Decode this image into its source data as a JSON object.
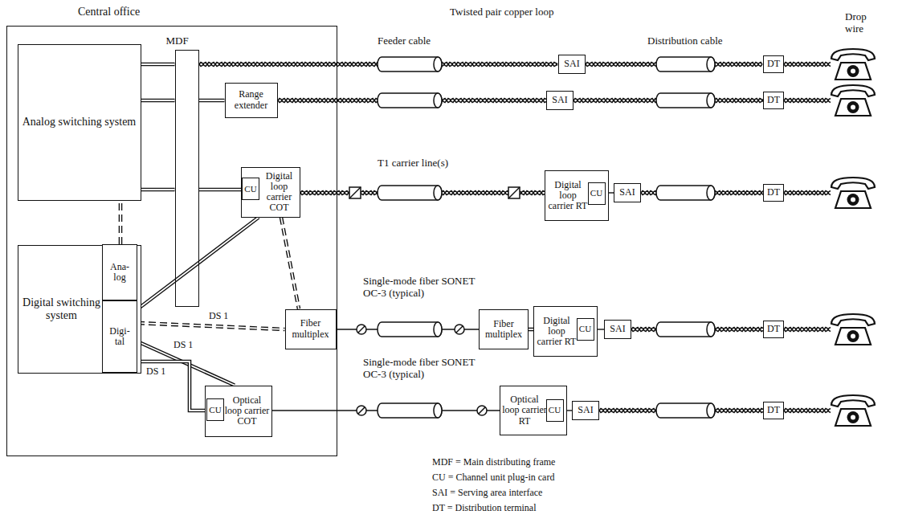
{
  "diagram": {
    "nodes": [
      {
        "text": [
          "Central office"
        ]
      },
      {
        "text": [
          "Analog switching system"
        ],
        "in": 0
      },
      {
        "text": [
          "MDF"
        ],
        "in": 0
      },
      {
        "text": [
          "Range extender"
        ],
        "in": 0
      },
      {
        "text": [
          "Digital loop carrier COT"
        ],
        "in": 0
      },
      {
        "text": [
          "CU"
        ],
        "in": 4
      },
      {
        "text": [
          "Digital switching system"
        ],
        "in": 0
      },
      {
        "text": [
          "Ana- log"
        ],
        "in": 6
      },
      {
        "text": [
          "Digi- tal"
        ],
        "in": 6
      },
      {
        "text": [
          "Fiber multiplex"
        ],
        "in": 0
      },
      {
        "text": [
          "Optical loop carrier COT"
        ],
        "in": 0
      },
      {
        "text": [
          "CU"
        ],
        "in": 10
      },
      {
        "text": [
          "SAI"
        ]
      },
      {
        "text": [
          "DT"
        ]
      },
      {
        "text": [
          "SAI"
        ]
      },
      {
        "text": [
          "DT"
        ]
      },
      {
        "text": [
          "Digital loop carrier RT"
        ]
      },
      {
        "text": [
          "CU"
        ],
        "in": 16
      },
      {
        "text": [
          "SAI"
        ]
      },
      {
        "text": [
          "DT"
        ]
      },
      {
        "text": [
          "Fiber multiplex"
        ]
      },
      {
        "text": [
          "Digital loop carrier RT"
        ]
      },
      {
        "text": [
          "CU"
        ],
        "in": 21
      },
      {
        "text": [
          "SAI"
        ]
      },
      {
        "text": [
          "DT"
        ]
      },
      {
        "text": [
          "Optical loop carrier RT"
        ]
      },
      {
        "text": [
          "CU"
        ],
        "in": 25
      },
      {
        "text": [
          "SAI"
        ]
      },
      {
        "text": [
          "DT"
        ]
      }
    ],
    "edges": [
      {
        "from": 1,
        "to": 2,
        "arrow": "none"
      },
      {
        "from": 2,
        "to": 12,
        "arrow": "none"
      },
      {
        "from": 12,
        "to": 13,
        "arrow": "none"
      },
      {
        "from": 1,
        "to": 2,
        "arrow": "none"
      },
      {
        "from": 2,
        "to": 3,
        "arrow": "none"
      },
      {
        "from": 3,
        "to": 14,
        "arrow": "none"
      },
      {
        "from": 14,
        "to": 15,
        "arrow": "none"
      },
      {
        "from": 1,
        "to": 2,
        "arrow": "none"
      },
      {
        "from": 2,
        "to": 5,
        "arrow": "none"
      },
      {
        "from": 4,
        "to": 16,
        "arrow": "none"
      },
      {
        "from": 17,
        "to": 18,
        "arrow": "none"
      },
      {
        "from": 18,
        "to": 19,
        "arrow": "none"
      },
      {
        "from": 7,
        "to": 1,
        "arrow": "none"
      },
      {
        "from": 8,
        "to": 4,
        "arrow": "none"
      },
      {
        "from": 8,
        "to": 9,
        "arrow": "none",
        "label": "DS 1"
      },
      {
        "from": 4,
        "to": 9,
        "arrow": "none"
      },
      {
        "from": 8,
        "to": 10,
        "arrow": "none",
        "label": "DS 1"
      },
      {
        "from": 8,
        "to": 11,
        "arrow": "none",
        "label": "DS 1"
      },
      {
        "from": 9,
        "to": 20,
        "arrow": "none"
      },
      {
        "from": 20,
        "to": 21,
        "arrow": "none"
      },
      {
        "from": 22,
        "to": 23,
        "arrow": "none"
      },
      {
        "from": 23,
        "to": 24,
        "arrow": "none"
      },
      {
        "from": 10,
        "to": 25,
        "arrow": "none"
      },
      {
        "from": 26,
        "to": 27,
        "arrow": "none"
      },
      {
        "from": 27,
        "to": 28,
        "arrow": "none"
      }
    ],
    "labels": [
      "Twisted pair copper loop",
      "Feeder cable",
      "Distribution cable",
      "Drop wire",
      "T1 carrier line(s)",
      "Single-mode fiber SONET OC-3 (typical)",
      "Single-mode fiber SONET OC-3 (typical)"
    ],
    "legend": [
      {
        "text": "MDF = Main distributing frame"
      },
      {
        "text": "CU = Channel unit plug-in card"
      },
      {
        "text": "SAI = Serving area interface"
      },
      {
        "text": "DT = Distribution terminal"
      }
    ]
  }
}
